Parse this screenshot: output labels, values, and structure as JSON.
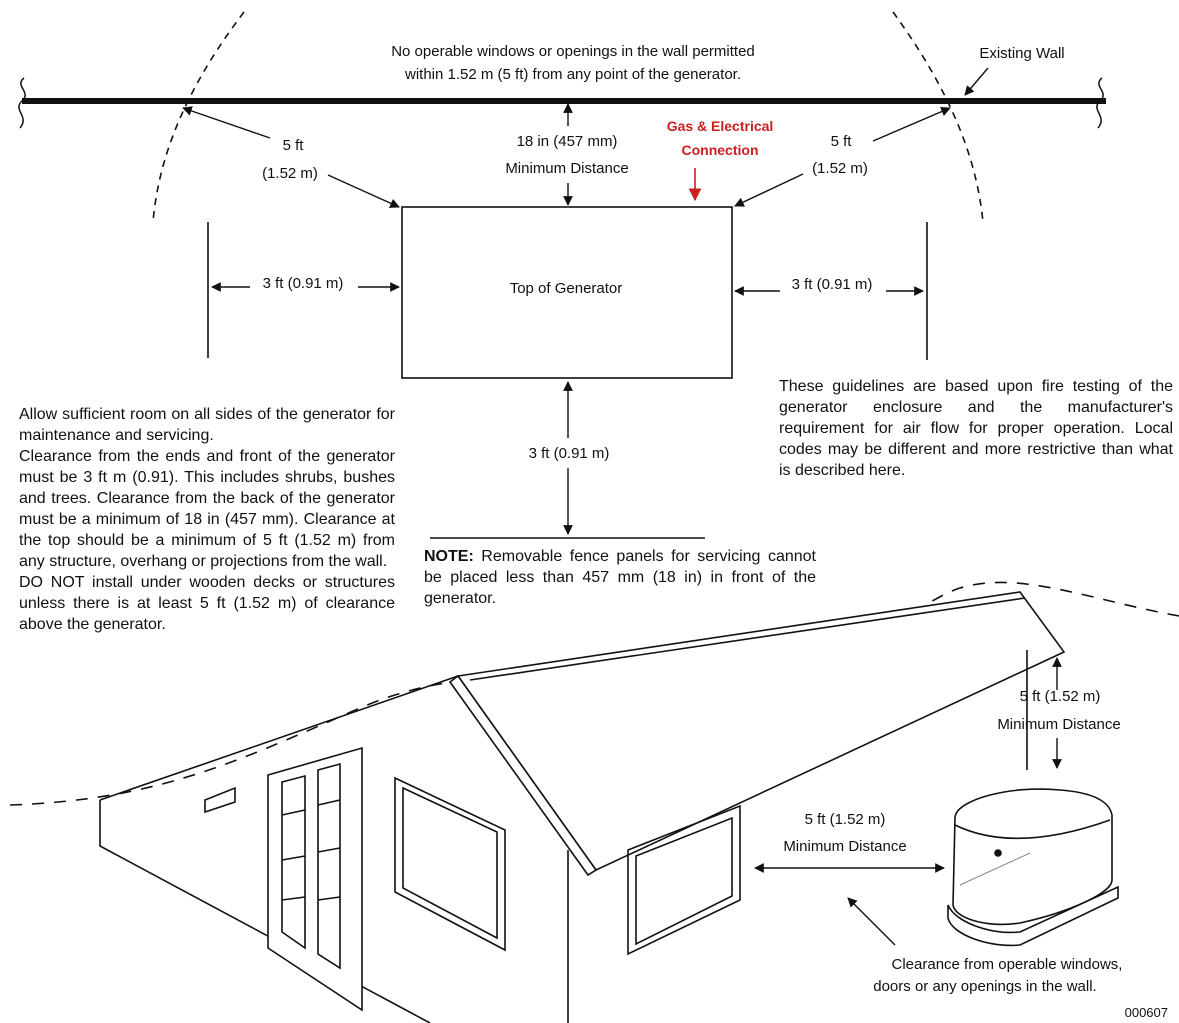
{
  "plan_view": {
    "wall_notice_line1": "No operable windows or openings in the wall permitted",
    "wall_notice_line2": "within 1.52 m (5 ft) from any point of the generator.",
    "existing_wall_label": "Existing Wall",
    "left_radius_line1": "5 ft",
    "left_radius_line2": "(1.52 m)",
    "right_radius_line1": "5 ft",
    "right_radius_line2": "(1.52 m)",
    "back_clearance_line1": "18 in (457 mm)",
    "back_clearance_line2": "Minimum Distance",
    "gas_connection_line1": "Gas & Electrical",
    "gas_connection_line2": "Connection",
    "generator_label": "Top of Generator",
    "left_clearance": "3 ft (0.91 m)",
    "right_clearance": "3 ft (0.91 m)",
    "front_clearance": "3 ft (0.91 m)"
  },
  "text_blocks": {
    "left_p1": "Allow sufficient room on all sides of the generator for maintenance and servicing.",
    "left_p2": "Clearance from the ends and front of the generator must be 3 ft m (0.91). This includes shrubs, bushes and trees. Clearance from the back of the generator must be a minimum of 18 in (457 mm). Clearance at the top should be a minimum of 5 ft (1.52 m) from any structure, overhang or projections from the wall.",
    "left_p3": "DO NOT install under wooden decks or structures unless there is at least 5 ft (1.52 m) of clearance above the generator.",
    "right_note": "These guidelines are based upon fire testing of the generator enclosure and the manufacturer's requirement for air flow for proper operation. Local codes may be different and more restrictive than what is described here.",
    "note_lead": "NOTE:",
    "note_body": " Removable fence panels for servicing cannot be placed less than 457 mm (18 in) in front of the generator."
  },
  "house_view": {
    "top_clearance_line1": "5 ft (1.52 m)",
    "top_clearance_line2": "Minimum Distance",
    "side_clearance_line1": "5 ft (1.52 m)",
    "side_clearance_line2": "Minimum Distance",
    "opening_note_line1": "Clearance from operable windows,",
    "opening_note_line2": "doors or any openings in the wall.",
    "figure_id": "000607"
  }
}
